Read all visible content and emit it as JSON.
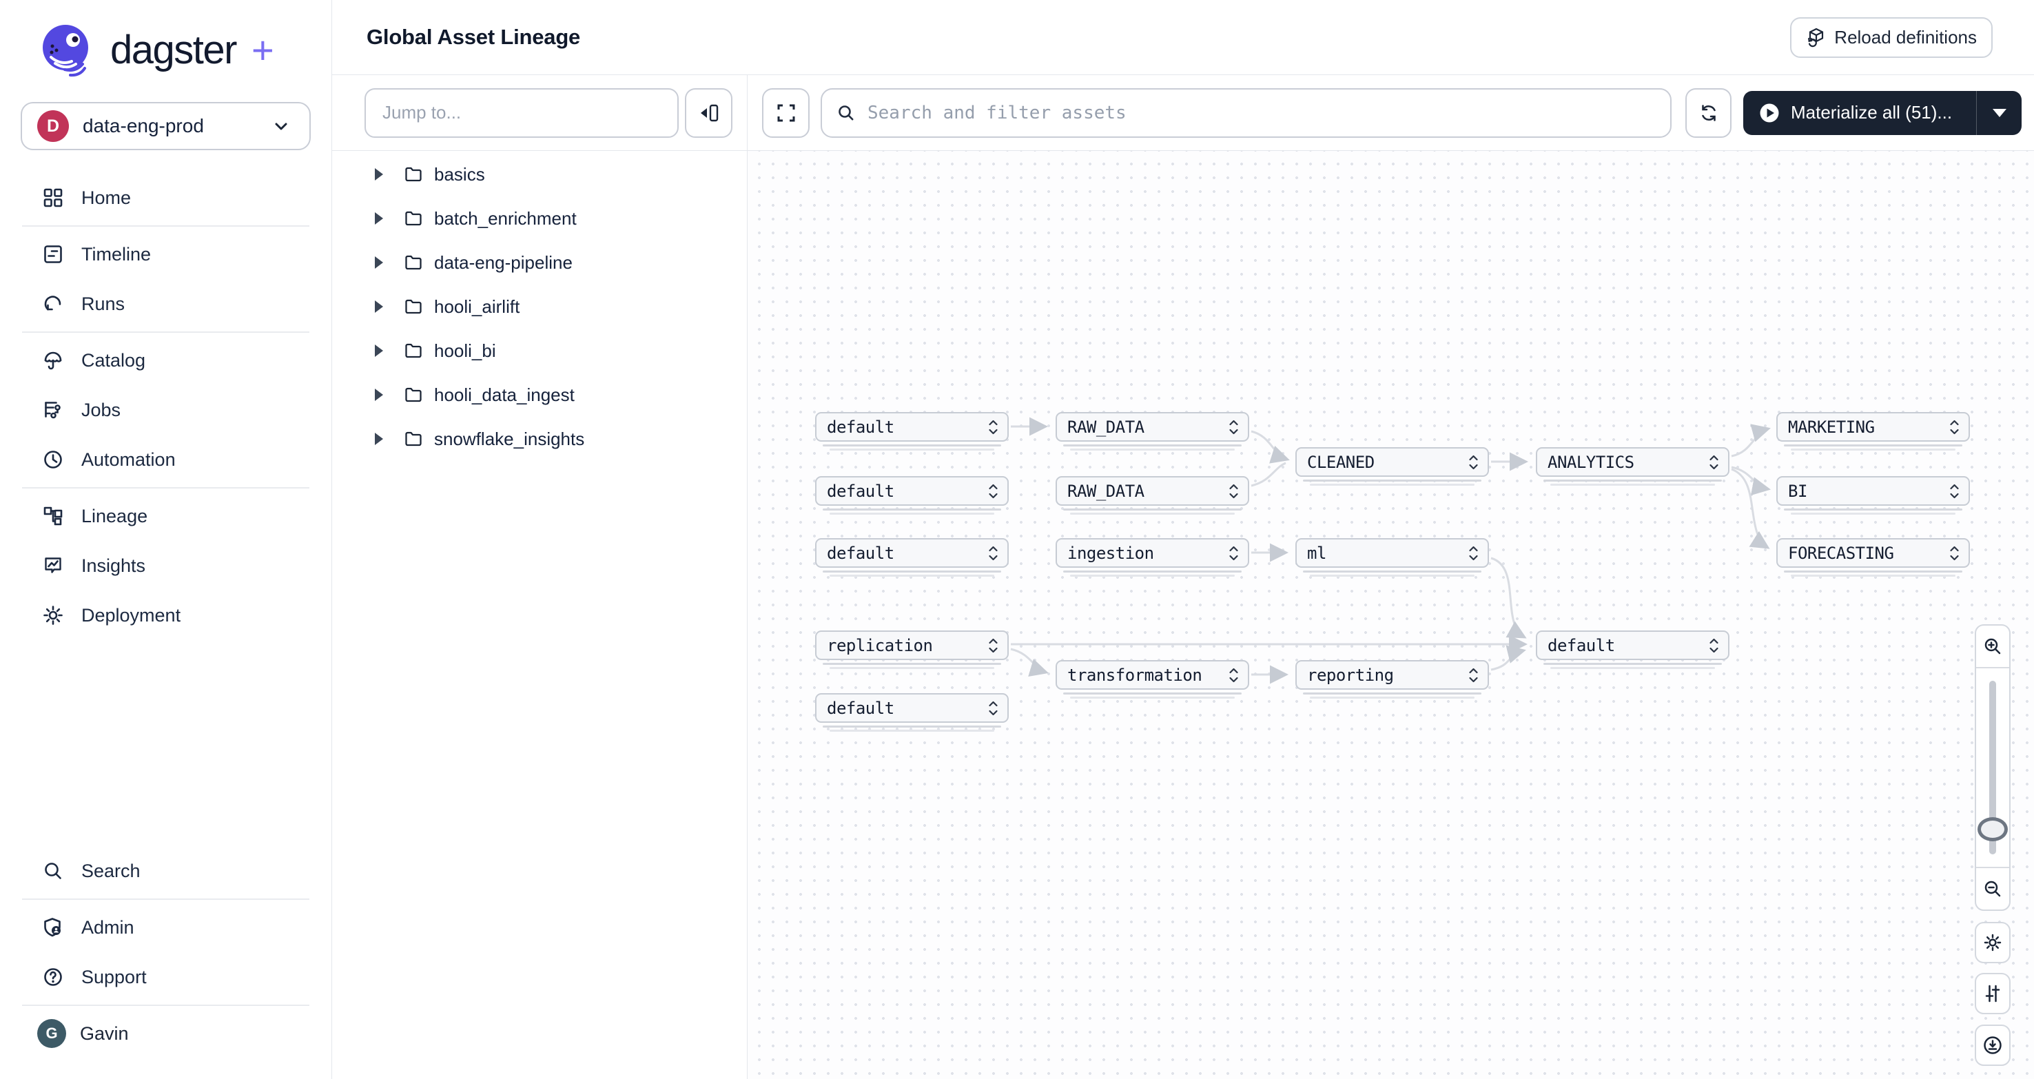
{
  "sidebar": {
    "logo": {
      "brand": "dagster",
      "plus": "+"
    },
    "deployment": {
      "initial": "D",
      "name": "data-eng-prod"
    },
    "items": [
      {
        "label": "Home"
      },
      {
        "label": "Timeline"
      },
      {
        "label": "Runs"
      },
      {
        "label": "Catalog"
      },
      {
        "label": "Jobs"
      },
      {
        "label": "Automation"
      },
      {
        "label": "Lineage"
      },
      {
        "label": "Insights"
      },
      {
        "label": "Deployment"
      },
      {
        "label": "Search"
      },
      {
        "label": "Admin"
      },
      {
        "label": "Support"
      }
    ],
    "user": {
      "initial": "G",
      "name": "Gavin"
    }
  },
  "header": {
    "title": "Global Asset Lineage",
    "reload_label": "Reload definitions"
  },
  "toolbar": {
    "jump_placeholder": "Jump to...",
    "search_placeholder": "Search and filter assets",
    "materialize_label": "Materialize all (51)..."
  },
  "tree": {
    "folders": [
      "basics",
      "batch_enrichment",
      "data-eng-pipeline",
      "hooli_airlift",
      "hooli_bi",
      "hooli_data_ingest",
      "snowflake_insights"
    ]
  },
  "graph": {
    "nodes": [
      {
        "label": "default"
      },
      {
        "label": "RAW_DATA"
      },
      {
        "label": "MARKETING"
      },
      {
        "label": "CLEANED"
      },
      {
        "label": "ANALYTICS"
      },
      {
        "label": "default"
      },
      {
        "label": "RAW_DATA"
      },
      {
        "label": "BI"
      },
      {
        "label": "default"
      },
      {
        "label": "ingestion"
      },
      {
        "label": "ml"
      },
      {
        "label": "FORECASTING"
      },
      {
        "label": "replication"
      },
      {
        "label": "default"
      },
      {
        "label": "transformation"
      },
      {
        "label": "reporting"
      },
      {
        "label": "default"
      }
    ]
  },
  "colors": {
    "accent_purple": "#5348e0",
    "plus_purple": "#7a6ef2",
    "deployment_avatar": "#c13358",
    "user_avatar": "#3d5a66",
    "materialize_bg": "#192231",
    "node_bg": "#f7f8fa",
    "node_border": "#c7ccd4",
    "edge": "#d9dce2"
  }
}
